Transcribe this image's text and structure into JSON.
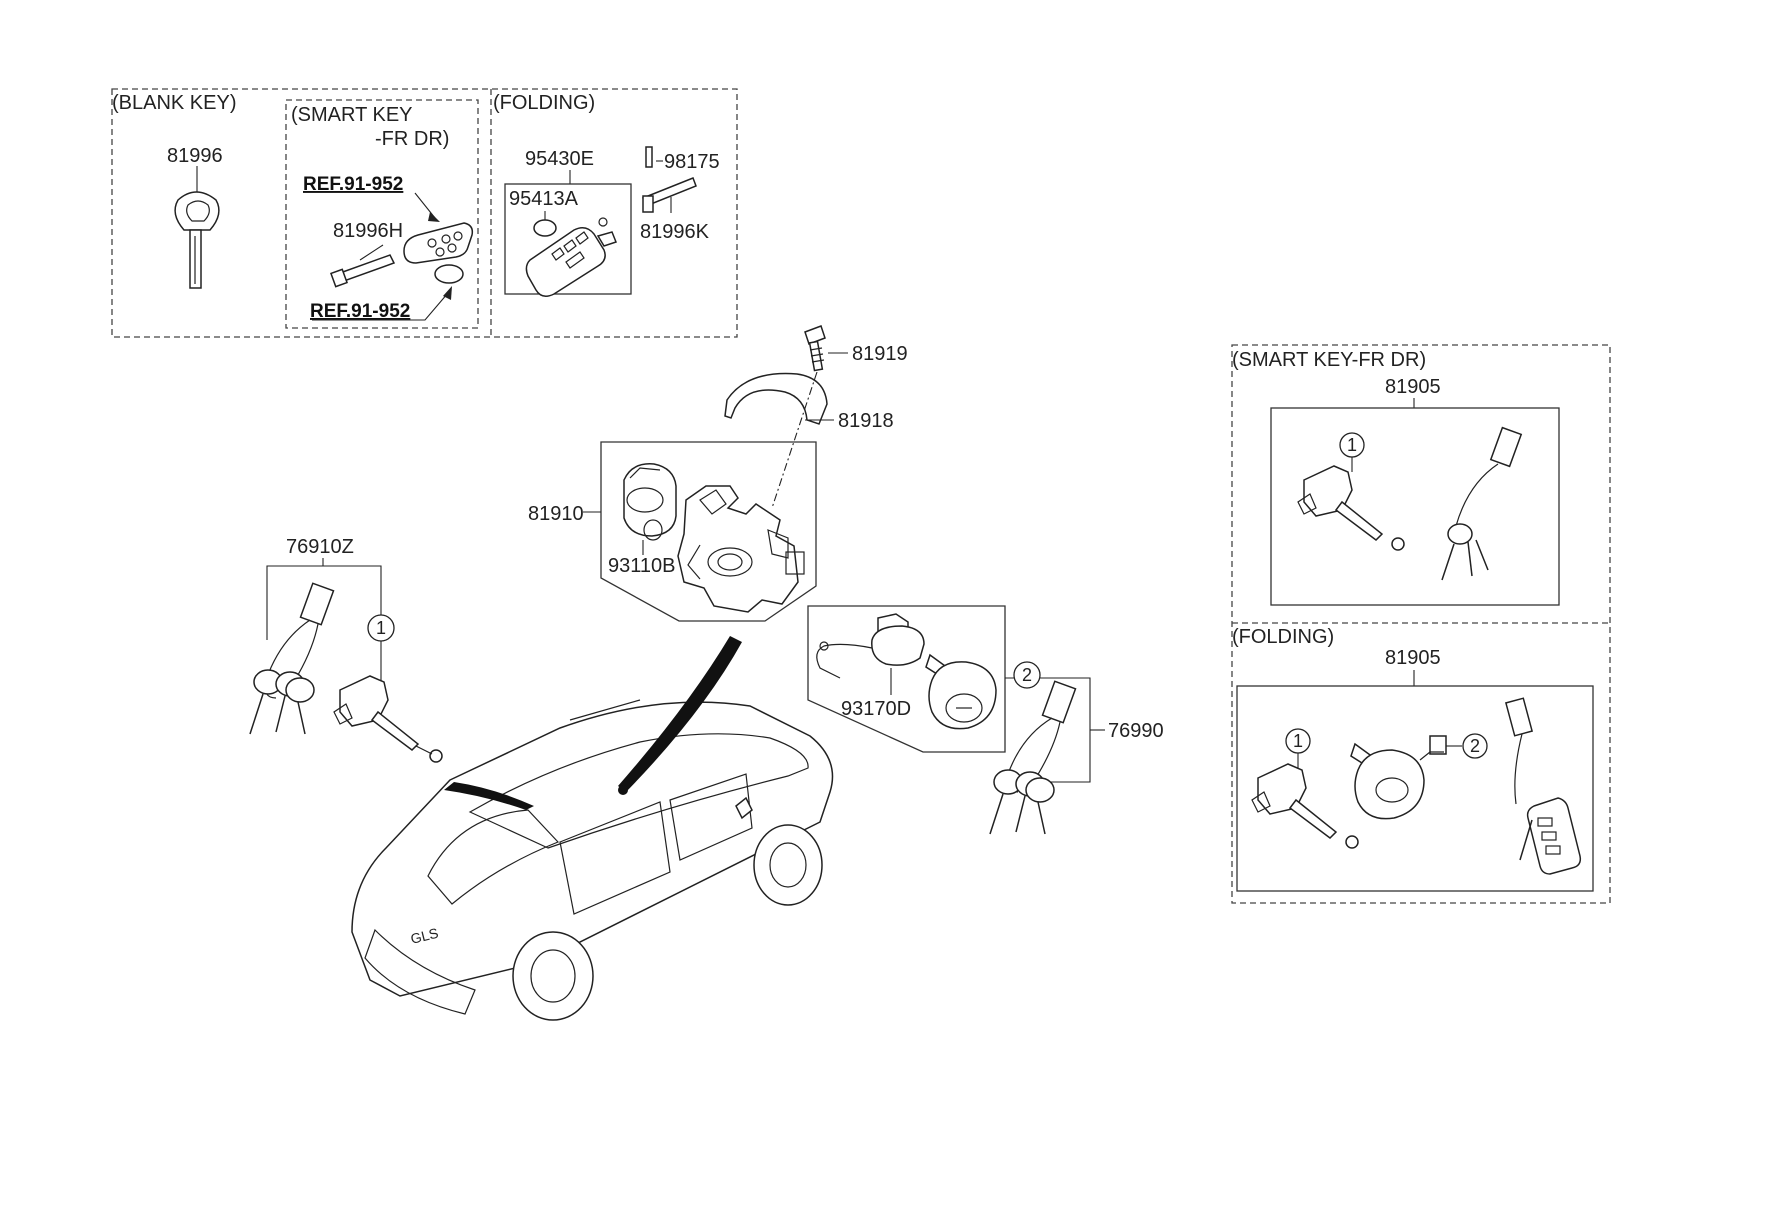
{
  "groups": {
    "blank_key": "(BLANK KEY)",
    "smart_key_line1": "(SMART KEY",
    "smart_key_line2": "-FR DR)",
    "folding_top": "(FOLDING)",
    "smart_key_fr_dr": "(SMART KEY-FR DR)",
    "folding_right": "(FOLDING)"
  },
  "refs": {
    "ref_upper": "REF.91-952",
    "ref_lower": "REF.91-952"
  },
  "parts": {
    "p81996": "81996",
    "p81996H": "81996H",
    "p95430E": "95430E",
    "p95413A": "95413A",
    "p98175": "98175",
    "p81996K": "81996K",
    "p81919": "81919",
    "p81918": "81918",
    "p81910": "81910",
    "p93110B": "93110B",
    "p76910Z": "76910Z",
    "p93170D": "93170D",
    "p76990": "76990",
    "p81905_smart": "81905",
    "p81905_folding": "81905"
  },
  "callouts": {
    "c1_left": "1",
    "c2_mid": "2",
    "c1_smart": "1",
    "c1_fold": "1",
    "c2_fold": "2"
  },
  "car_badge": "GLS"
}
